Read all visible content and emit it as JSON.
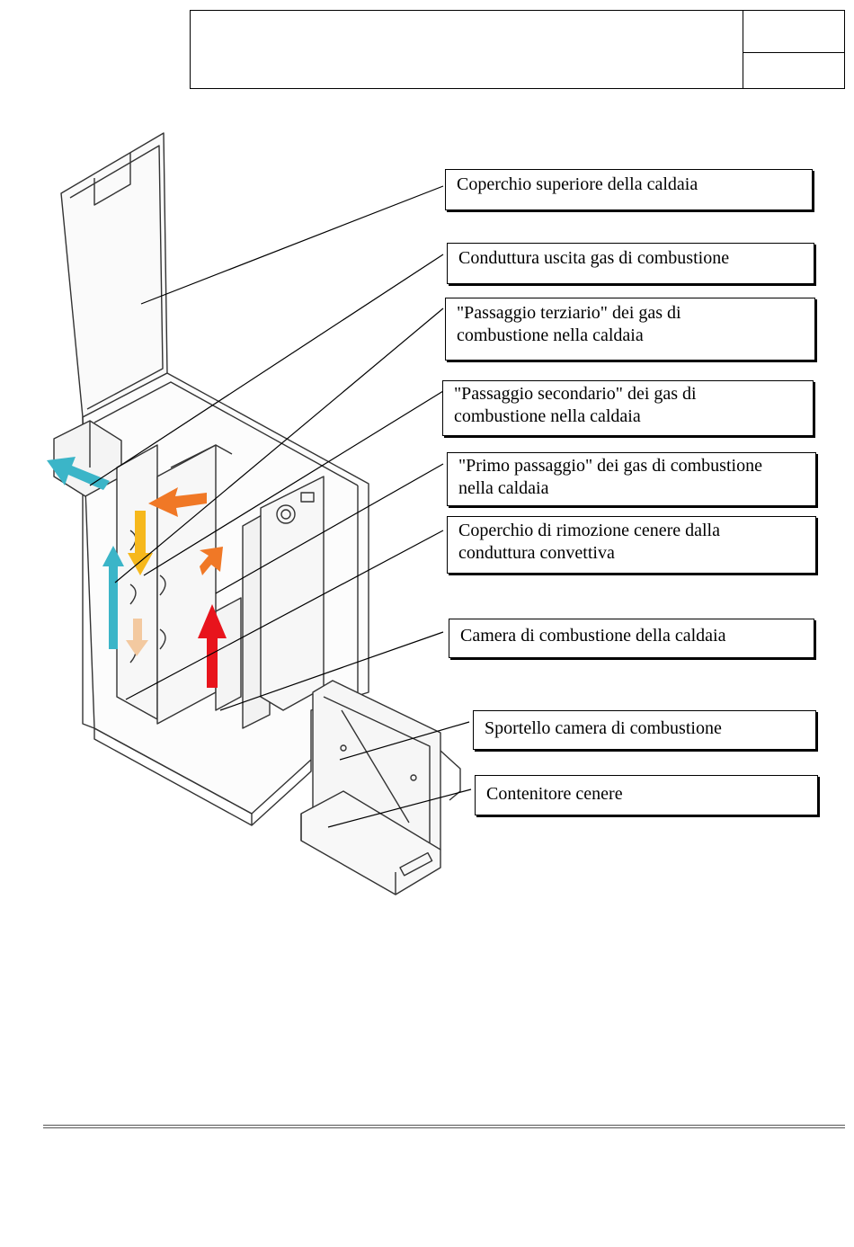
{
  "header": {
    "title": "",
    "page_top": "",
    "page_bottom": ""
  },
  "callouts": [
    {
      "id": "coperchio-superiore",
      "lines": [
        "Coperchio superiore della caldaia"
      ]
    },
    {
      "id": "condottura-uscita",
      "lines": [
        "Conduttura uscita gas di combustione"
      ]
    },
    {
      "id": "passaggio-terziario",
      "lines": [
        "\"Passaggio terziario\" dei gas di",
        "combustione nella caldaia"
      ]
    },
    {
      "id": "passaggio-secondario",
      "lines": [
        "\"Passaggio secondario\" dei gas di",
        "combustione nella caldaia"
      ]
    },
    {
      "id": "primo-passaggio",
      "lines": [
        "\"Primo passaggio\" dei gas di combustione",
        "nella caldaia"
      ]
    },
    {
      "id": "coperchio-rimozione",
      "lines": [
        "Coperchio di rimozione cenere dalla",
        "conduttura convettiva"
      ]
    },
    {
      "id": "camera-combustione",
      "lines": [
        "Camera di combustione della caldaia"
      ]
    },
    {
      "id": "sportello",
      "lines": [
        "Sportello camera di combustione"
      ]
    },
    {
      "id": "contenitore",
      "lines": [
        "Contenitore cenere"
      ]
    }
  ],
  "flow_colors": {
    "first_pass": "#e8141c",
    "second_pass": "#f07826",
    "third_pass": "#f6b81c",
    "exhaust": "#3bb5c8",
    "ash": "#f3c9a0"
  }
}
